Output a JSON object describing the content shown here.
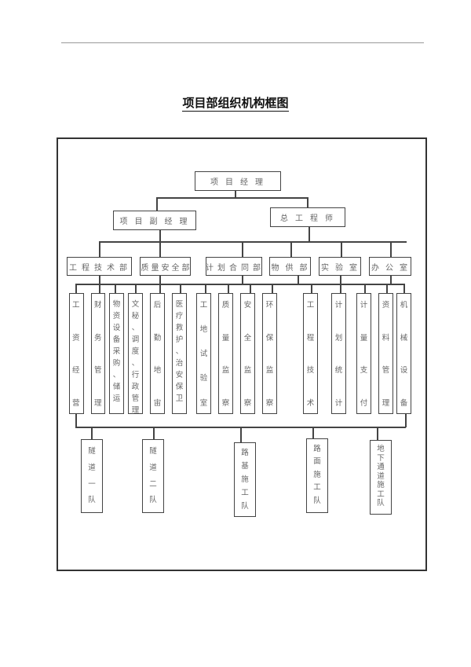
{
  "document": {
    "title": "项目部组织机构框图"
  },
  "chart": {
    "level1": {
      "label": "项目经理"
    },
    "level2": [
      {
        "label": "项目副经理"
      },
      {
        "label": "总工程师"
      }
    ],
    "level3": [
      {
        "label": "工程技术部"
      },
      {
        "label": "质量安全部"
      },
      {
        "label": "计划合同部"
      },
      {
        "label": "物供部"
      },
      {
        "label": "实验室"
      },
      {
        "label": "办公室"
      }
    ],
    "level4": [
      {
        "label": "工资经营",
        "chars": [
          "工",
          "资",
          "经",
          "营"
        ]
      },
      {
        "label": "财务管理",
        "chars": [
          "财",
          "务",
          "管",
          "理"
        ]
      },
      {
        "label": "物资设备采购、储运",
        "chars": [
          "物",
          "资",
          "设",
          "备",
          "采",
          "购",
          "、",
          "储",
          "运"
        ]
      },
      {
        "label": "文秘、调度、行政管理",
        "chars": [
          "文",
          "秘",
          "、",
          "调",
          "度",
          "、",
          "行",
          "政",
          "管",
          "理"
        ]
      },
      {
        "label": "后勤地宙",
        "chars": [
          "后",
          "勤",
          "地",
          "宙"
        ]
      },
      {
        "label": "医疗救护、治安保卫",
        "chars": [
          "医",
          "疗",
          "救",
          "护",
          "、",
          "治",
          "安",
          "保",
          "卫"
        ]
      },
      {
        "label": "工地试验室",
        "chars": [
          "工",
          "地",
          "试",
          "验",
          "室"
        ]
      },
      {
        "label": "质量监察",
        "chars": [
          "质",
          "量",
          "监",
          "察"
        ]
      },
      {
        "label": "安全监察",
        "chars": [
          "安",
          "全",
          "监",
          "察"
        ]
      },
      {
        "label": "环保监察",
        "chars": [
          "环",
          "保",
          "监",
          "察"
        ]
      },
      {
        "label": "工程技术",
        "chars": [
          "工",
          "程",
          "技",
          "术"
        ]
      },
      {
        "label": "计划统计",
        "chars": [
          "计",
          "划",
          "统",
          "计"
        ]
      },
      {
        "label": "计量支付",
        "chars": [
          "计",
          "量",
          "支",
          "付"
        ]
      },
      {
        "label": "资料管理",
        "chars": [
          "资",
          "料",
          "管",
          "理"
        ]
      },
      {
        "label": "机械设备",
        "chars": [
          "机",
          "械",
          "设",
          "备"
        ]
      }
    ],
    "level5": [
      {
        "label": "隧道一队",
        "chars": [
          "隧",
          "道",
          "一",
          "队"
        ]
      },
      {
        "label": "隧道二队",
        "chars": [
          "隧",
          "道",
          "二",
          "队"
        ]
      },
      {
        "label": "路基施工队",
        "chars": [
          "路",
          "基",
          "施",
          "工",
          "队"
        ]
      },
      {
        "label": "路面施工队",
        "chars": [
          "路",
          "面",
          "施",
          "工",
          "队"
        ]
      },
      {
        "label": "地下通道施工队",
        "chars": [
          "地",
          "下",
          "通",
          "道",
          "施",
          "工",
          "队"
        ]
      }
    ]
  }
}
